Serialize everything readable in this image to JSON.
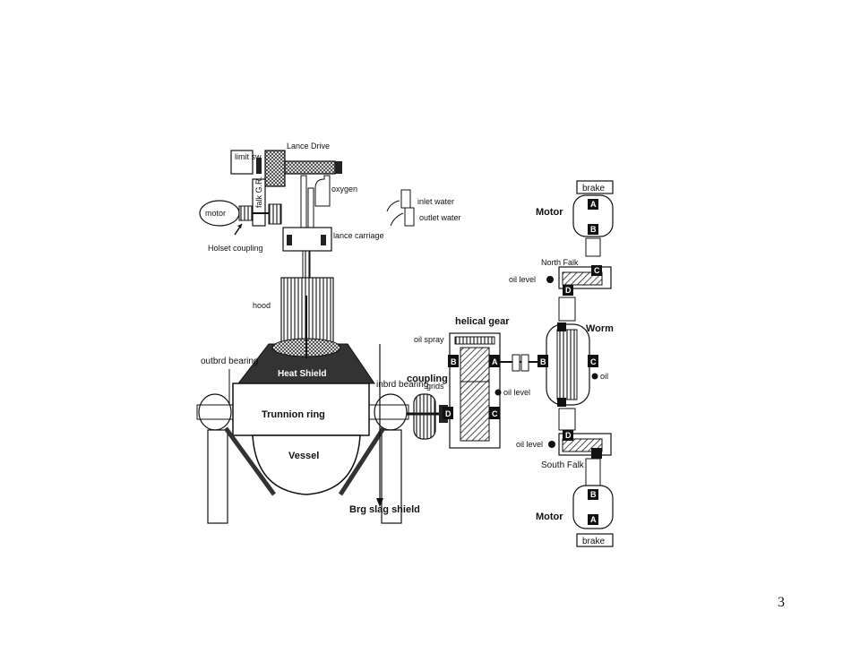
{
  "slide": {
    "number": "3"
  },
  "labels": {
    "lance_drive": "Lance Drive",
    "limit_sw": "limit sw",
    "falk_gr": "falk G.R.",
    "motor_left": "motor",
    "holset_coupling": "Holset coupling",
    "oxygen": "oxygen",
    "lance_carriage": "lance carriage",
    "inlet_water": "inlet water",
    "outlet_water": "outlet water",
    "hood": "hood",
    "outbrd_bearing": "outbrd bearing",
    "heat_shield": "Heat Shield",
    "trunnion_ring": "Trunnion ring",
    "vessel": "Vessel",
    "inbrd_bearing": "inbrd bearing",
    "coupling": "coupling",
    "grids": "grids",
    "brg_slag_shield": "Brg slag shield",
    "helical_gear": "helical gear",
    "oil_spray": "oil spray",
    "oil_level_mid": "oil level",
    "worm": "Worm",
    "oil_right": "oil",
    "north_falk": "North Falk",
    "oil_level_north": "oil level",
    "south_falk": "South Falk",
    "oil_level_south": "oil level",
    "motor_top": "Motor",
    "motor_bottom": "Motor",
    "brake_top": "brake",
    "brake_bottom": "brake"
  },
  "letters": {
    "a": "A",
    "b": "B",
    "c": "C",
    "d": "D"
  }
}
